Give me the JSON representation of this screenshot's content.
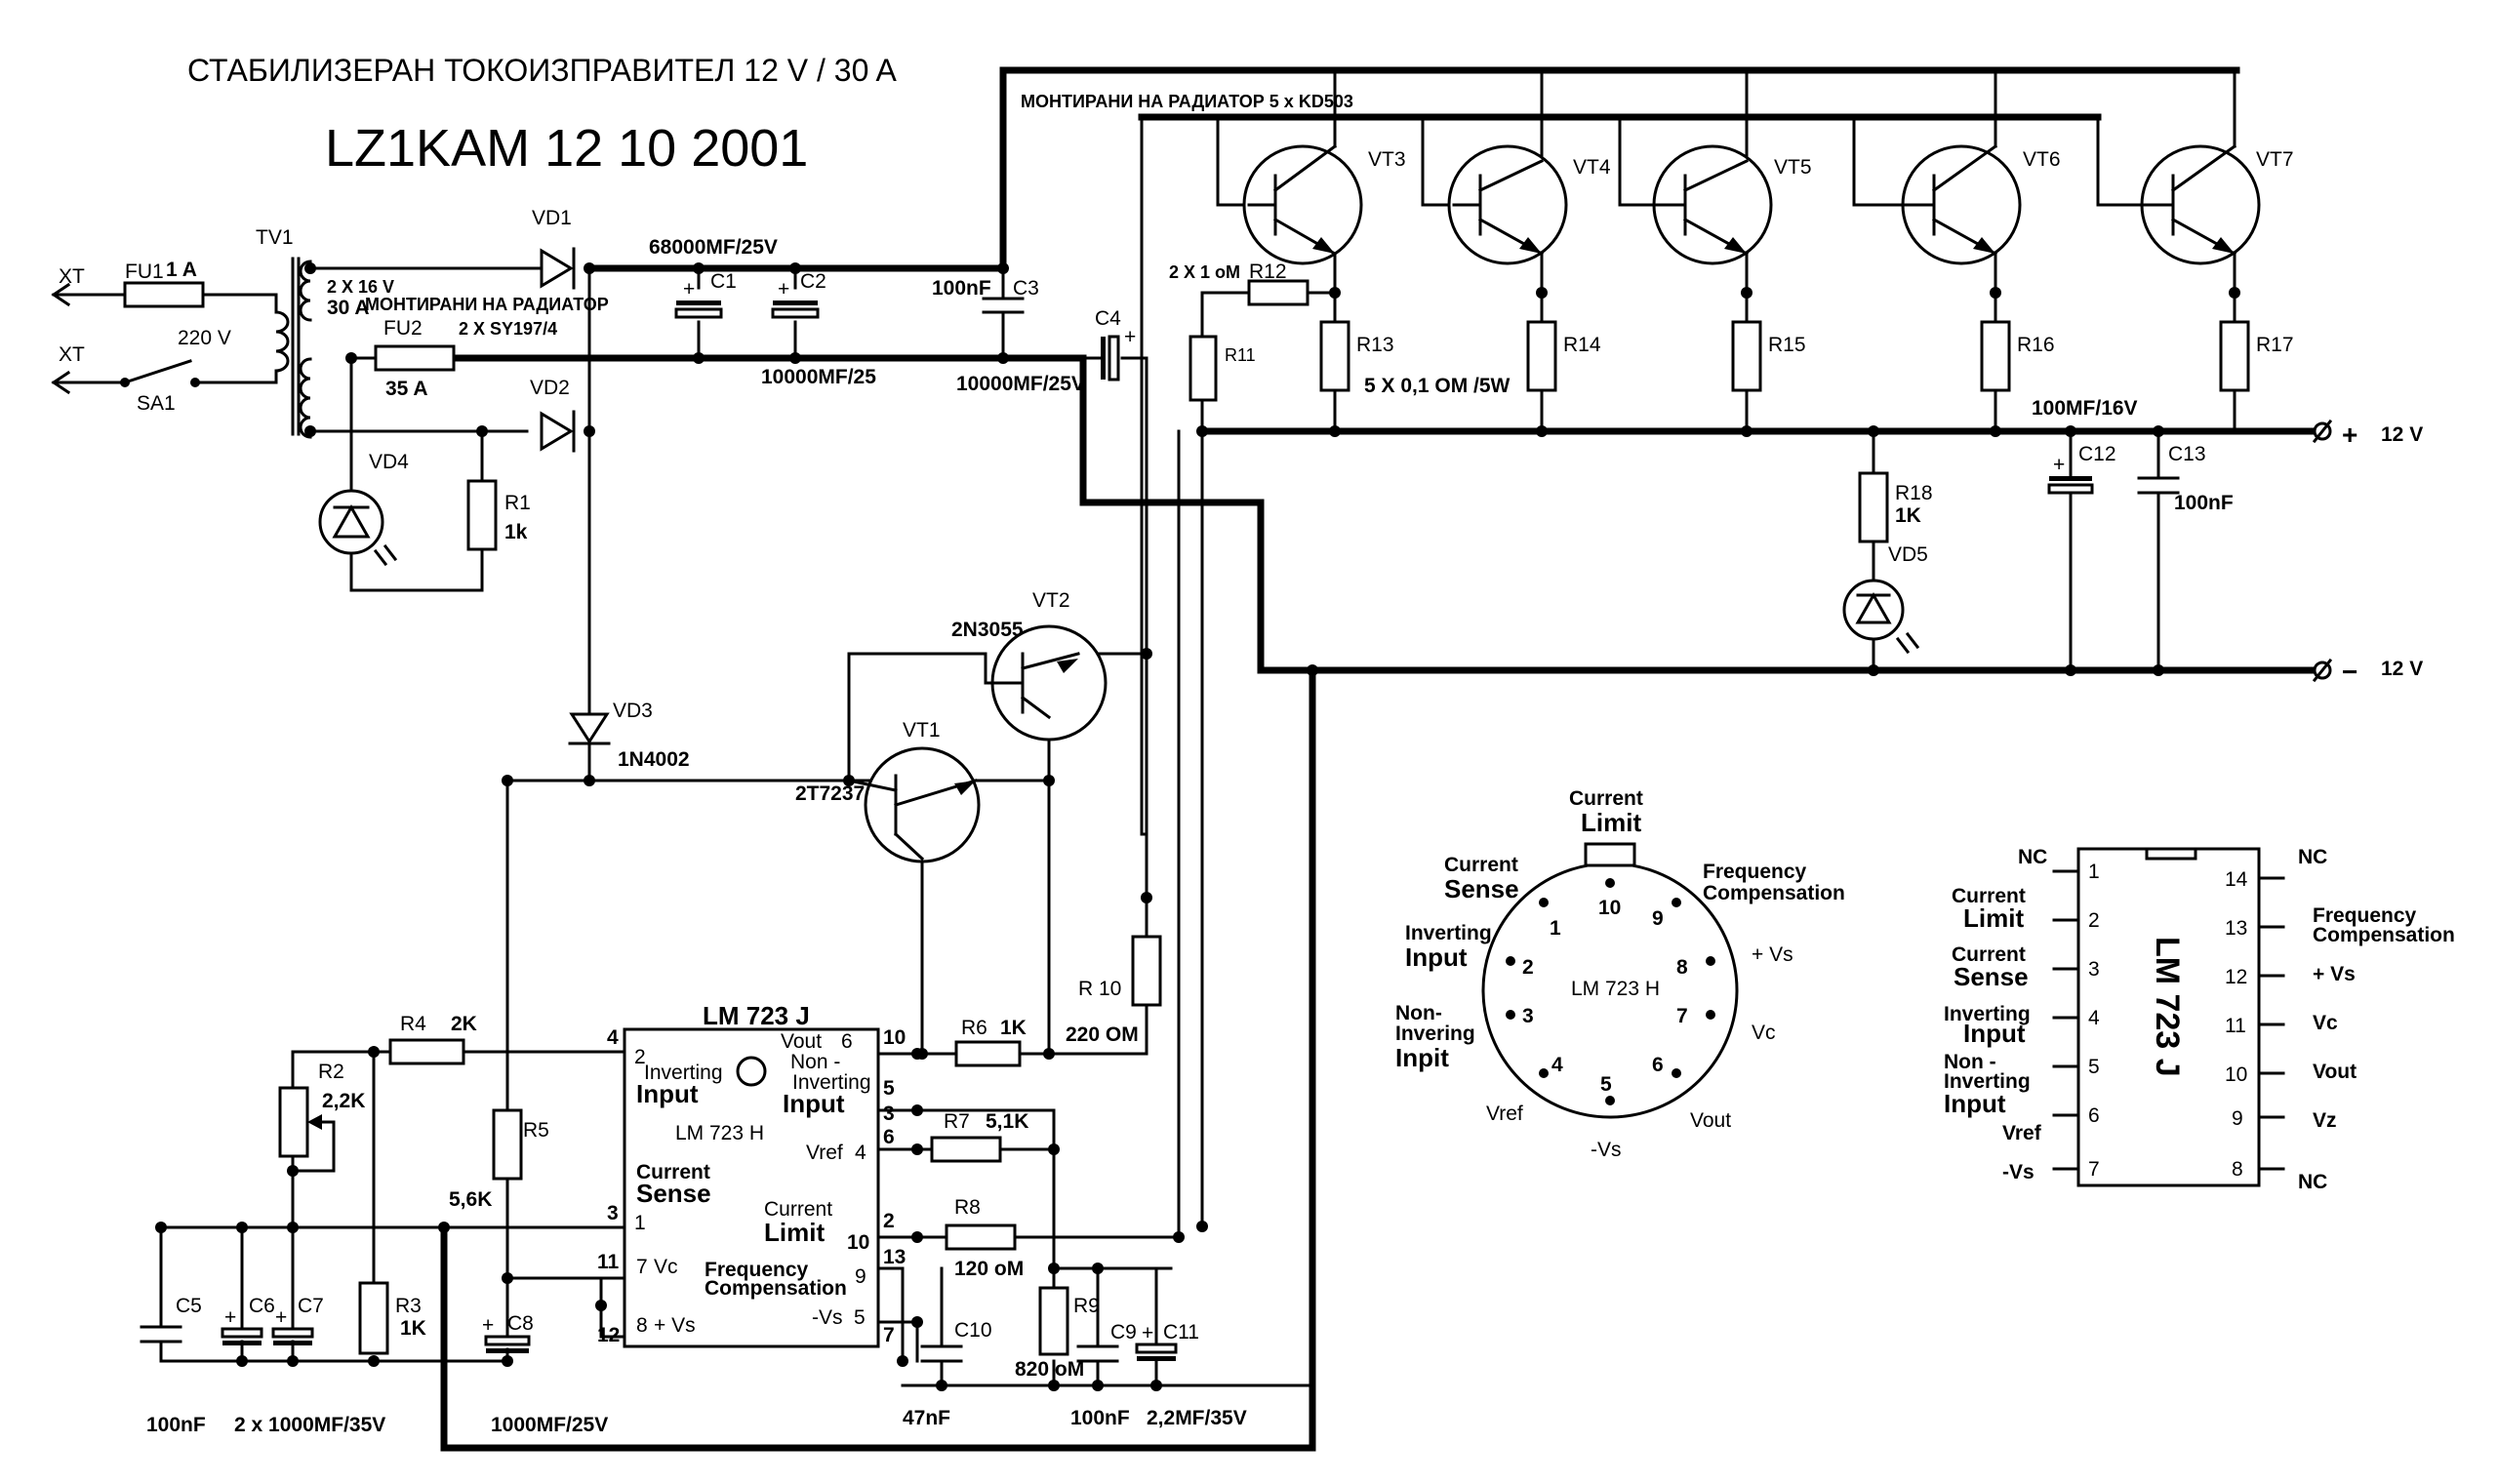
{
  "title": "СТАБИЛИЗЕРАН ТОКОИЗПРАВИТЕЛ 12 V /  30  A",
  "author_date": "LZ1KAM 12 10 2001",
  "notes": {
    "radiator_transistors": "МОНТИРАНИ НА РАДИАТОР 5 x KD503",
    "radiator_diodes": "МОНТИРАНИ НА РАДИАТОР",
    "diode_type": "2 X SY197/4",
    "resistors_r13_r17": "5 X 0,1 OM /5W",
    "r11_r12": "2 X 1 oM",
    "c6_c7": "2 x 1000MF/35V"
  },
  "transformer": {
    "name": "TV1",
    "secondary": "2 X 16 V",
    "current": "30 A",
    "primary": "220 V"
  },
  "terminals": {
    "xt1": "XT",
    "xt2": "XT",
    "plus": "+",
    "plus_label": "12 V",
    "minus": "−",
    "minus_label": "12 V"
  },
  "components": {
    "fu1": "FU1",
    "fu1_val": "1 A",
    "fu2": "FU2",
    "fu2_val": "35 A",
    "sa1": "SA1",
    "vd1": "VD1",
    "vd2": "VD2",
    "vd3": "VD3",
    "vd3_val": "1N4002",
    "vd4": "VD4",
    "vd5": "VD5",
    "r1": "R1",
    "r1_val": "1k",
    "c1": "C1",
    "c1_val": "68000MF/25V",
    "c2": "C2",
    "c2_val": "10000MF/25",
    "c3": "C3",
    "c3_val": "100nF",
    "c4": "C4",
    "c4_val": "10000MF/25V",
    "r11": "R11",
    "r12": "R12",
    "r13": "R13",
    "r14": "R14",
    "r15": "R15",
    "r16": "R16",
    "r17": "R17",
    "vt3": "VT3",
    "vt4": "VT4",
    "vt5": "VT5",
    "vt6": "VT6",
    "vt7": "VT7",
    "vt1": "VT1",
    "vt1_val": "2T7237",
    "vt2": "VT2",
    "vt2_val": "2N3055",
    "r18": "R18",
    "r18_val": "1K",
    "c12": "C12",
    "c12_val": "100MF/16V",
    "c13": "C13",
    "c13_val": "100nF",
    "r10": "R 10",
    "r10_val": "220 OM",
    "r4": "R4",
    "r4_val": "2K",
    "r2": "R2",
    "r2_val": "2,2K",
    "r3": "R3",
    "r3_val": "1K",
    "r5": "R5",
    "r5_val": "5,6K",
    "r6": "R6",
    "r6_val": "1K",
    "r7": "R7",
    "r7_val": "5,1K",
    "r8": "R8",
    "r8_val": "120 oM",
    "r9": "R9",
    "c5": "C5",
    "c5_val": "100nF",
    "c6": "C6",
    "c7": "C7",
    "c8": "C8",
    "c8_val": "1000MF/25V",
    "c9": "C9",
    "c9_val": "100nF",
    "c10": "C10",
    "c10_val": "47nF",
    "r9_val": "820 oM",
    "c11": "C11",
    "c11_val": "2,2MF/35V"
  },
  "ic": {
    "name": "LM 723 J",
    "sub": "LM 723 H",
    "pins_left": [
      {
        "n": "4",
        "h": "2",
        "l1": "Inverting",
        "l2": "Input"
      },
      {
        "n": "3",
        "h": "1",
        "l1": "Current",
        "l2": "Sense"
      },
      {
        "n": "11",
        "h": "7",
        "l1": "Vc",
        "l2": ""
      },
      {
        "n": "12",
        "h": "8",
        "l1": "+ Vs",
        "l2": ""
      }
    ],
    "pins_right": [
      {
        "n": "10",
        "h": "6",
        "l1": "Vout",
        "l2": ""
      },
      {
        "n": "5",
        "h": "",
        "l1": "Non -",
        "l2": "Inverting",
        "l3": "Input"
      },
      {
        "n": "3",
        "h": ""
      },
      {
        "n": "6",
        "h": "4",
        "l1": "Vref"
      },
      {
        "n": "2",
        "h": ""
      },
      {
        "n": "10",
        "h": "",
        "l1": "Current",
        "l2": "Limit"
      },
      {
        "n": "13",
        "h": "9",
        "l1": "Frequency",
        "l2": "Compensation"
      },
      {
        "n": "7",
        "h": "5",
        "l1": "-Vs"
      }
    ]
  },
  "to_package": {
    "name": "LM 723 H",
    "top": [
      "Current",
      "Limit"
    ],
    "labels": [
      {
        "n": "10",
        "t": ""
      },
      {
        "n": "9",
        "t": ""
      },
      {
        "n": "8",
        "t": "+ Vs"
      },
      {
        "n": "7",
        "t": "Vc"
      },
      {
        "n": "6",
        "t": "Vout"
      },
      {
        "n": "5",
        "t": "-Vs"
      },
      {
        "n": "4",
        "t": "Vref"
      },
      {
        "n": "3",
        "t": ""
      },
      {
        "n": "2",
        "t": ""
      },
      {
        "n": "1",
        "t": ""
      }
    ],
    "cs1": "Current",
    "cs2": "Sense",
    "ii1": "Inverting",
    "ii2": "Input",
    "ni1": "Non-",
    "ni2": "Invering",
    "ni3": "Inpit",
    "fc1": "Frequency",
    "fc2": "Compensation"
  },
  "dip_package": {
    "name": "LM 723 J",
    "left": [
      {
        "n": "1",
        "l1": "NC"
      },
      {
        "n": "2",
        "l1": "Current",
        "l2": "Limit"
      },
      {
        "n": "3",
        "l1": "Current",
        "l2": "Sense"
      },
      {
        "n": "4",
        "l1": "Inverting",
        "l2": "Input"
      },
      {
        "n": "5",
        "l1": "Non -",
        "l2": "Inverting",
        "l3": "Input"
      },
      {
        "n": "6",
        "l1": "Vref"
      },
      {
        "n": "7",
        "l1": "-Vs"
      }
    ],
    "right": [
      {
        "n": "14",
        "l1": "NC"
      },
      {
        "n": "13",
        "l1": "Frequency",
        "l2": "Compensation"
      },
      {
        "n": "12",
        "l1": "+ Vs"
      },
      {
        "n": "11",
        "l1": "Vc"
      },
      {
        "n": "10",
        "l1": "Vout"
      },
      {
        "n": "9",
        "l1": "Vz"
      },
      {
        "n": "8",
        "l1": "NC"
      }
    ]
  }
}
